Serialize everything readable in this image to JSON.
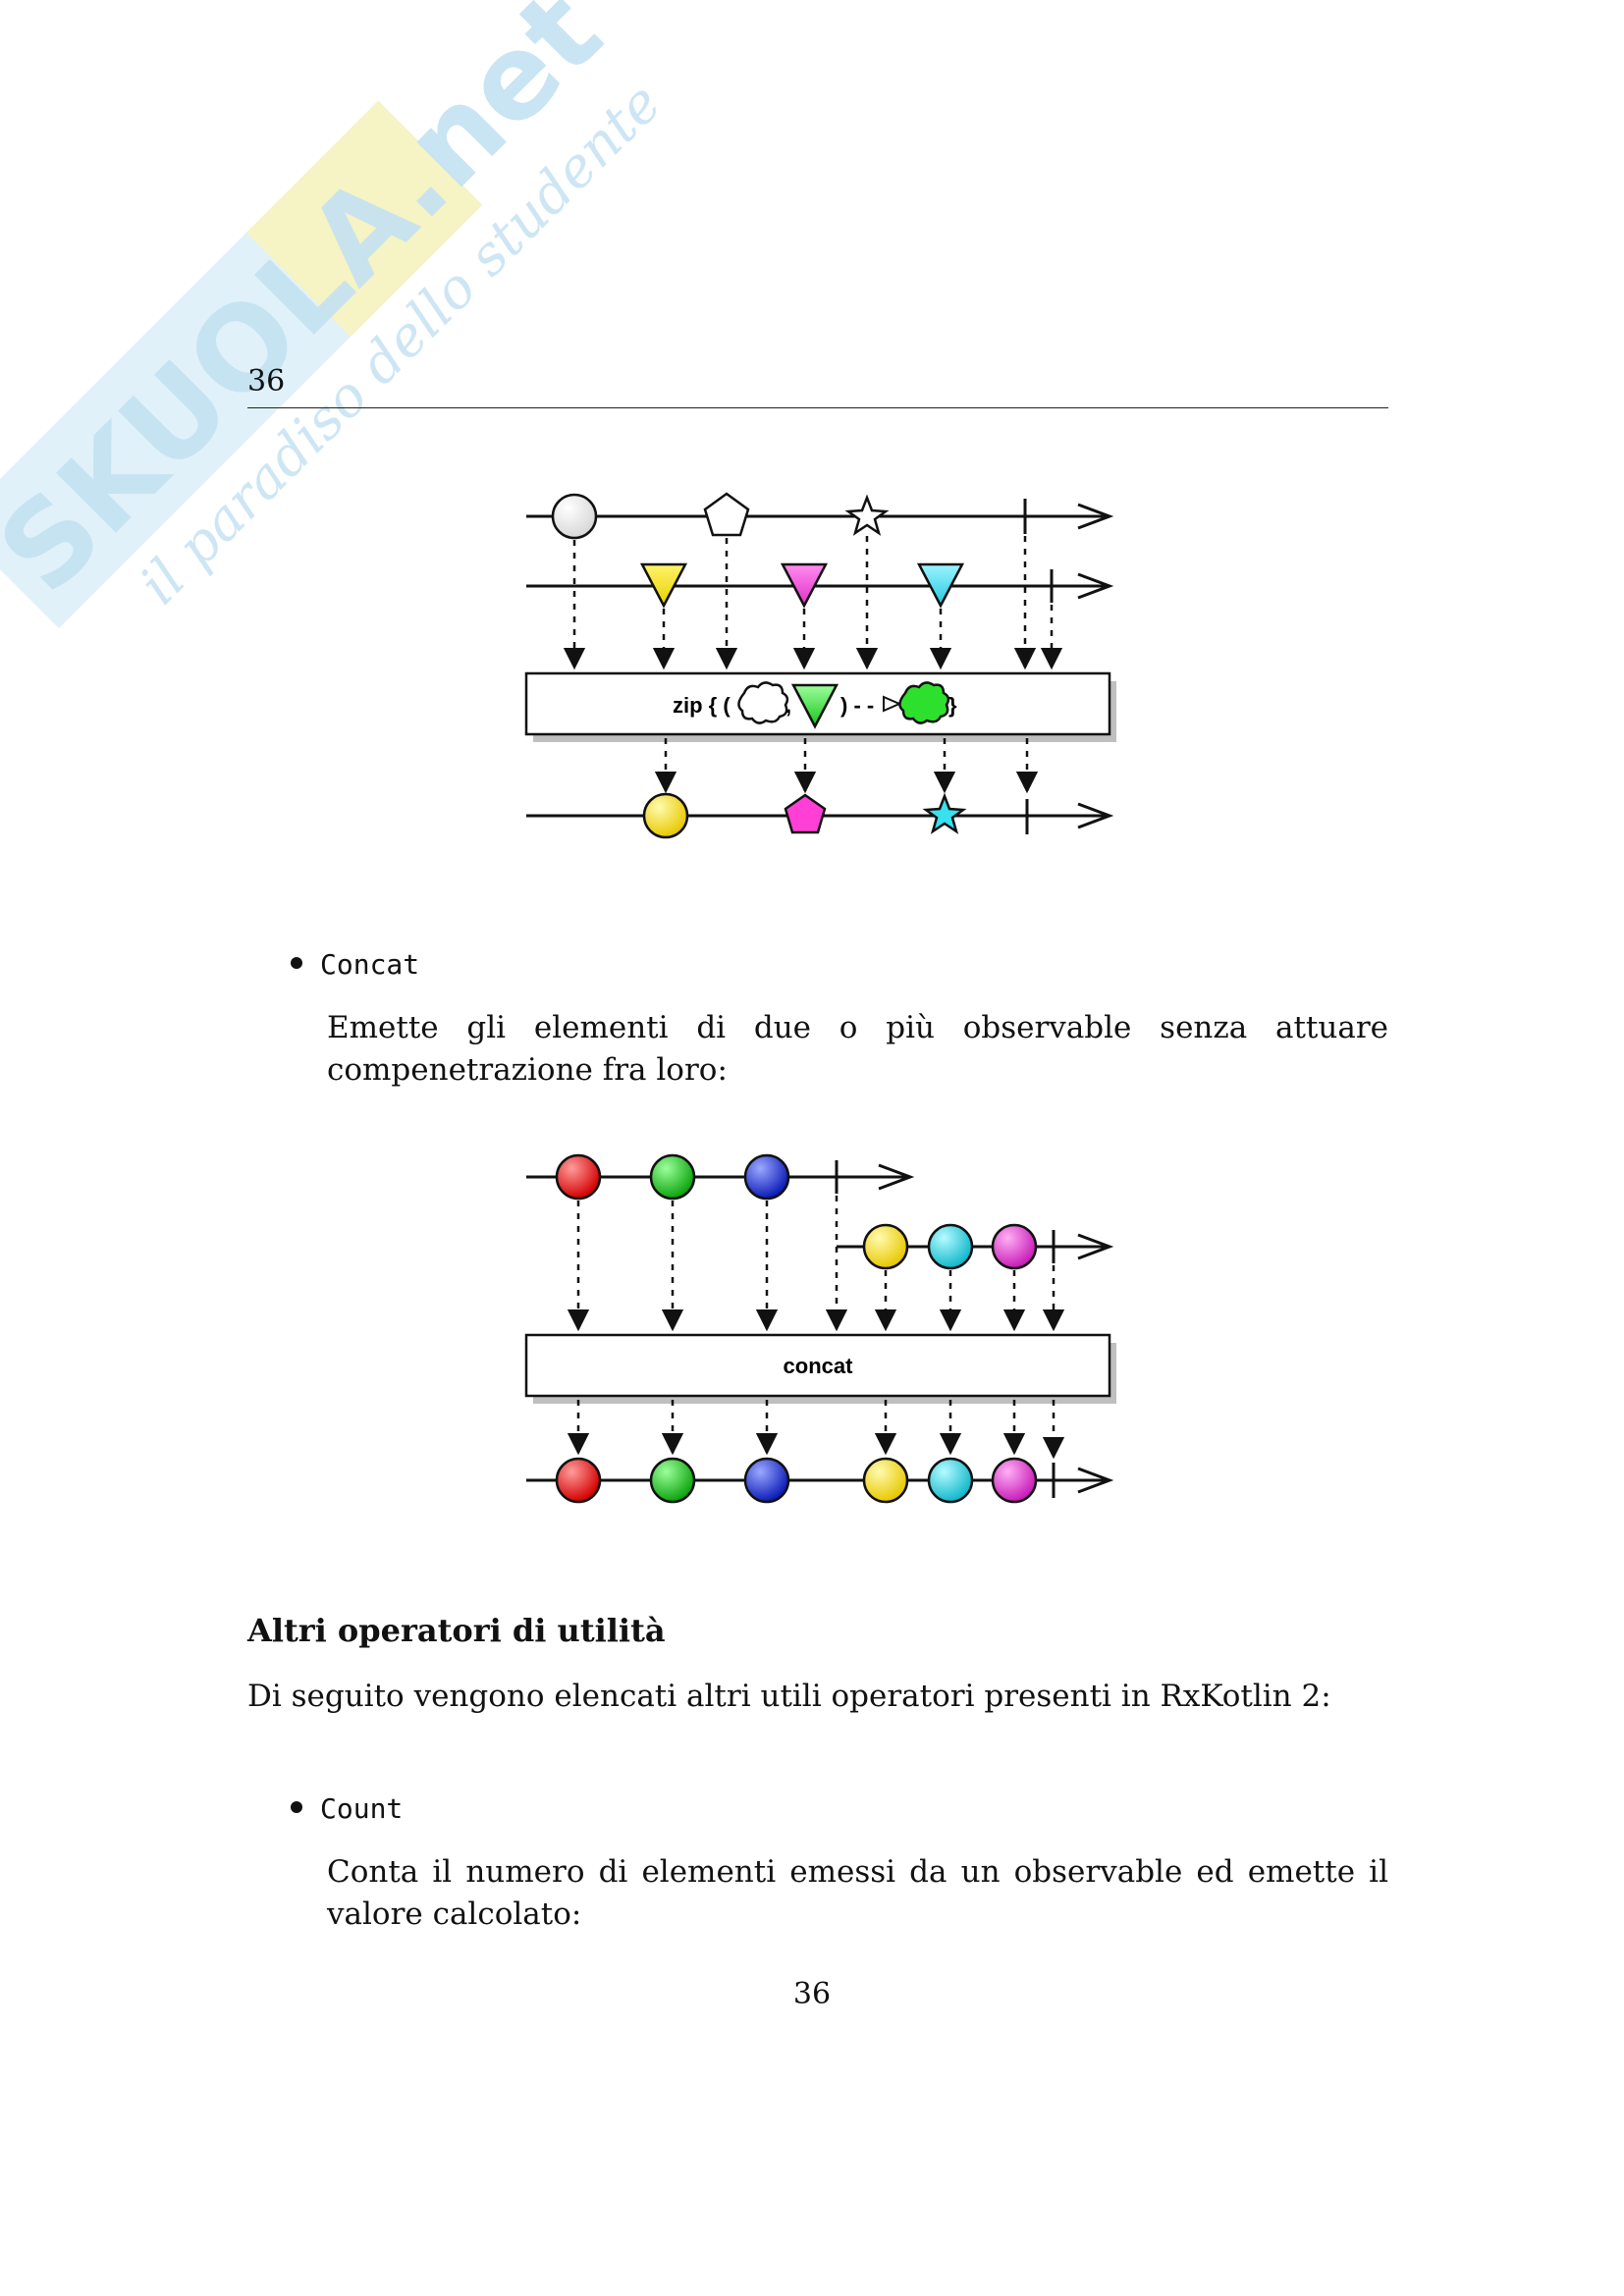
{
  "watermark": {
    "brand": "SKUOLA.net",
    "tagline": "il paradiso dello studente"
  },
  "header": {
    "page_number": "36"
  },
  "zip_diagram": {
    "operator_label_prefix": "zip { (",
    "operator_label_comma": ",",
    "operator_label_mid": ") - - ",
    "operator_label_suffix": "}",
    "colors": {
      "yellow": "#ffe600",
      "magenta": "#ff3fd6",
      "cyan": "#38e0f0",
      "green": "#2ee02e",
      "white": "#ffffff"
    }
  },
  "list1": {
    "item_name": "Concat",
    "item_description": "Emette gli elementi di due o più observable senza attuare compenetrazione fra loro:"
  },
  "concat_diagram": {
    "operator_label": "concat",
    "colors": [
      "#e81818",
      "#1ec41e",
      "#1c2fe0",
      "#ffe600",
      "#21d8e8",
      "#e83fd8"
    ]
  },
  "section": {
    "heading": "Altri operatori di utilità",
    "intro": "Di seguito vengono elencati altri utili operatori presenti in RxKotlin 2:"
  },
  "list2": {
    "item_name": "Count",
    "item_description": "Conta il numero di elementi emessi da un observable ed emette il valore calcolato:"
  },
  "footer": {
    "page_number": "36"
  }
}
